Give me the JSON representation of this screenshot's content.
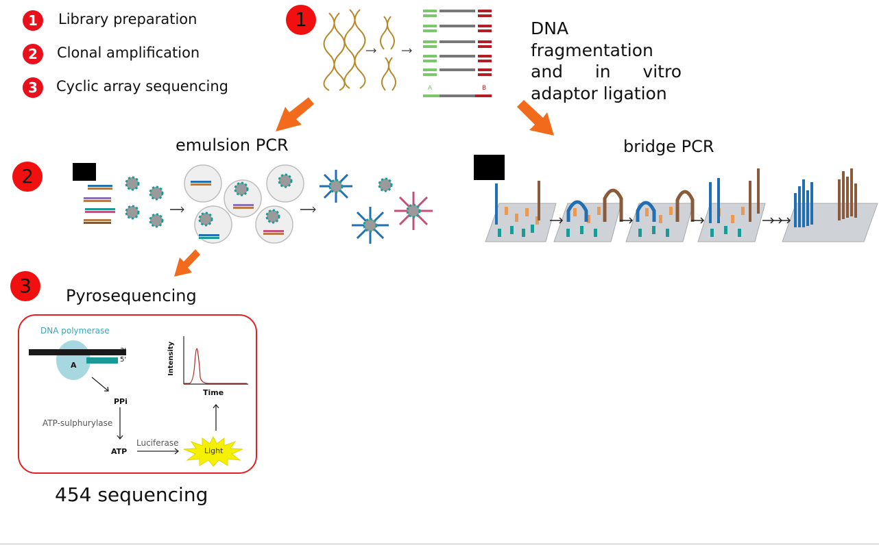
{
  "legend": [
    {
      "num": "1",
      "label": "Library preparation"
    },
    {
      "num": "2",
      "label": "Clonal amplification"
    },
    {
      "num": "3",
      "label": "Cyclic array sequencing"
    }
  ],
  "step1": {
    "num": "1",
    "description": "DNA fragmentation and in vitro adaptor ligation",
    "adaptor_a": "A",
    "adaptor_b": "B"
  },
  "step2": {
    "num": "2",
    "emulsion_title": "emulsion PCR",
    "bridge_title": "bridge PCR"
  },
  "step3": {
    "num": "3",
    "title": "Pyrosequencing",
    "diagram": {
      "polymerase": "DNA polymerase",
      "base": "A",
      "end3": "3'",
      "end5": "5'",
      "ppi": "PPi",
      "sulphurylase": "ATP-sulphurylase",
      "atp": "ATP",
      "luciferase": "Luciferase",
      "light": "Light",
      "y_axis": "Intensity",
      "x_axis": "Time"
    },
    "caption": "454 sequencing"
  },
  "colors": {
    "step_red": "#f01010",
    "arrow_orange": "#f26b1d",
    "adaptor_green": "#7cc76a",
    "adaptor_red": "#b31d24",
    "strand_blue": "#1f6fb2",
    "teal": "#1a9a96"
  }
}
